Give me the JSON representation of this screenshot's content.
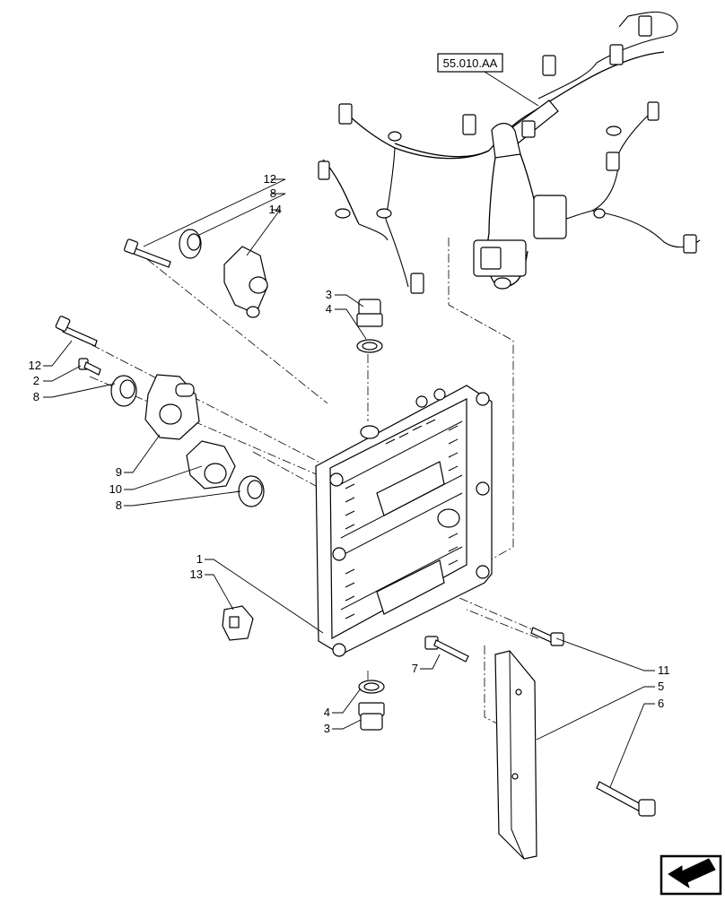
{
  "diagram": {
    "reference_box": "55.010.AA",
    "callouts": {
      "c12_top": "12",
      "c8_top": "8",
      "c14": "14",
      "c3_top": "3",
      "c4_top": "4",
      "c12_left": "12",
      "c2": "2",
      "c8_left": "8",
      "c9": "9",
      "c10": "10",
      "c8_mid": "8",
      "c1": "1",
      "c13": "13",
      "c7": "7",
      "c4_bot": "4",
      "c3_bot": "3",
      "c11": "11",
      "c5": "5",
      "c6": "6"
    },
    "nav_icon": "arrow-icon"
  }
}
